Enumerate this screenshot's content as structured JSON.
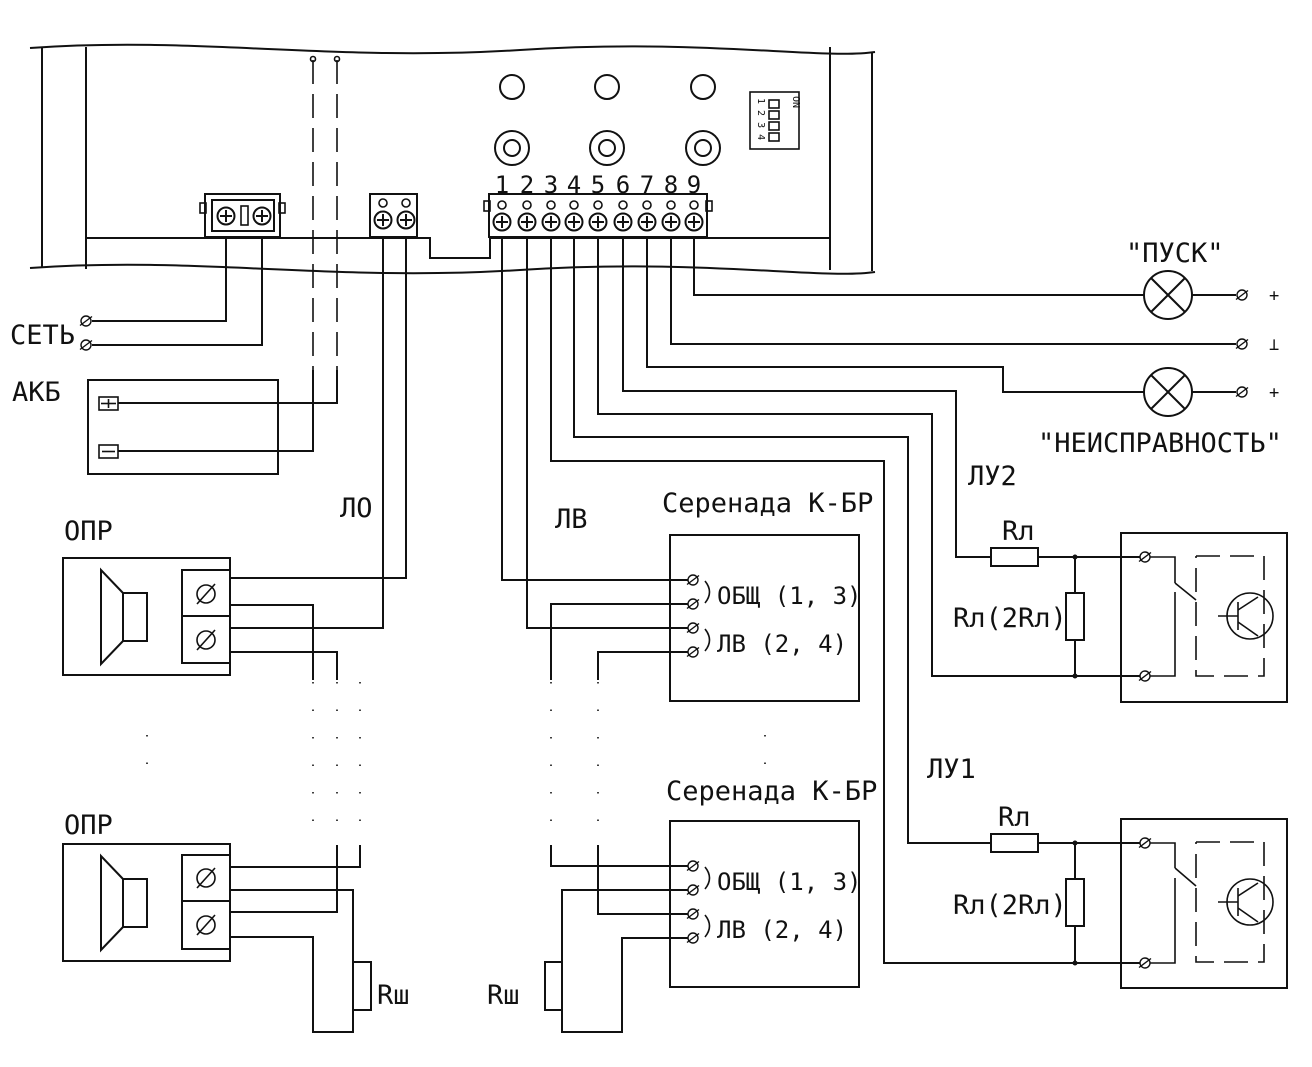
{
  "labels": {
    "mains": "СЕТЬ",
    "battery": "АКБ",
    "line_lo": "ЛО",
    "line_lv": "ЛВ",
    "line_lu2": "ЛУ2",
    "line_lu1": "ЛУ1",
    "speaker_top": "ОПР",
    "speaker_bottom": "ОПР",
    "module_top": "Серенада К-БР",
    "module_bottom": "Серенада К-БР",
    "common_top": "ОБЩ (1, 3)",
    "lv_top": "ЛВ (2, 4)",
    "common_bottom": "ОБЩ (1, 3)",
    "lv_bottom": "ЛВ (2, 4)",
    "start_lamp": "\"ПУСК\"",
    "fault_lamp": "\"НЕИСПРАВНОСТЬ\"",
    "plus_1": "+",
    "ground": "⊥",
    "plus_2": "+",
    "rl_top": "Rл",
    "rl2_top": "Rл(2Rл)",
    "rl_bottom": "Rл",
    "rl2_bottom": "Rл(2Rл)",
    "rw_left": "Rш",
    "rw_right": "Rш",
    "dip_on": "ON",
    "dip_numbers": "1 2 3 4",
    "terminal_numbers": [
      "1",
      "2",
      "3",
      "4",
      "5",
      "6",
      "7",
      "8",
      "9"
    ]
  }
}
